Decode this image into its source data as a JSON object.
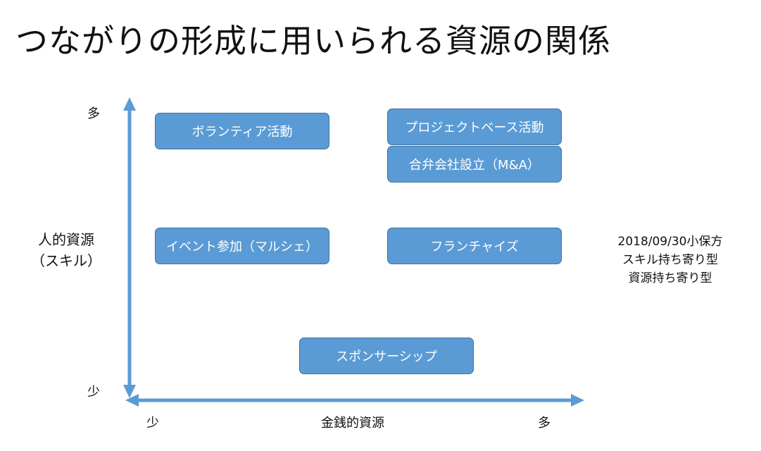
{
  "title": "つながりの形成に用いられる資源の関係",
  "y_axis": {
    "label_line1": "人的資源",
    "label_line2": "（スキル）",
    "high": "多",
    "low": "少"
  },
  "x_axis": {
    "label": "金銭的資源",
    "low": "少",
    "high": "多"
  },
  "boxes": [
    {
      "label": "ボランティア活動"
    },
    {
      "label": "プロジェクトベース活動"
    },
    {
      "label": "合弁会社設立（M&A）"
    },
    {
      "label": "イベント参加（マルシェ）"
    },
    {
      "label": "フランチャイズ"
    },
    {
      "label": "スポンサーシップ"
    }
  ],
  "note": [
    "2018/09/30小保方",
    "スキル持ち寄り型",
    "資源持ち寄り型"
  ],
  "colors": {
    "box_fill": "#5b9bd5",
    "box_border": "#41719c",
    "axis": "#5b9bd5"
  }
}
